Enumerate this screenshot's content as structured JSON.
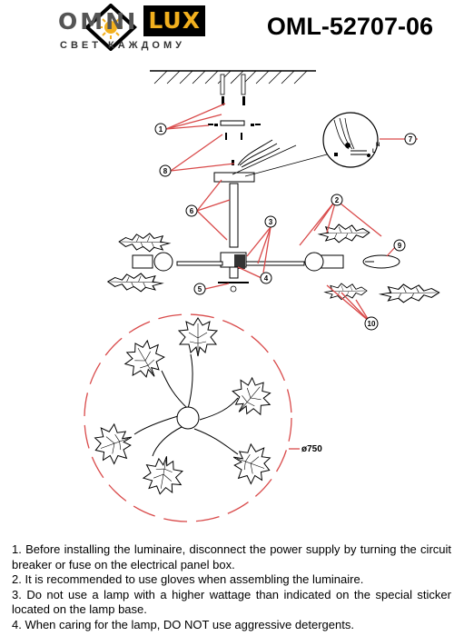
{
  "header": {
    "brand_omni": "OMNI",
    "brand_lux": "LUX",
    "tagline": "СВЕТ КАЖДОМУ",
    "model": "OML-52707-06"
  },
  "diagram": {
    "callouts": [
      "1",
      "2",
      "3",
      "4",
      "5",
      "6",
      "7",
      "8",
      "9",
      "10"
    ],
    "diameter_label": "ø750",
    "wire_labels": [
      "N",
      "L"
    ],
    "accent_color": "#d94a4a",
    "logo_color": "#f2b01e"
  },
  "notes": [
    "1. Before installing the luminaire, disconnect the power supply by turning the circuit breaker or fuse on the electrical panel box.",
    "2. It is recommended to use gloves when assembling the luminaire.",
    "3. Do not use a lamp with a higher wattage than indicated on the special sticker located on the lamp base.",
    "4. When caring for the lamp, DO NOT use aggressive detergents."
  ]
}
